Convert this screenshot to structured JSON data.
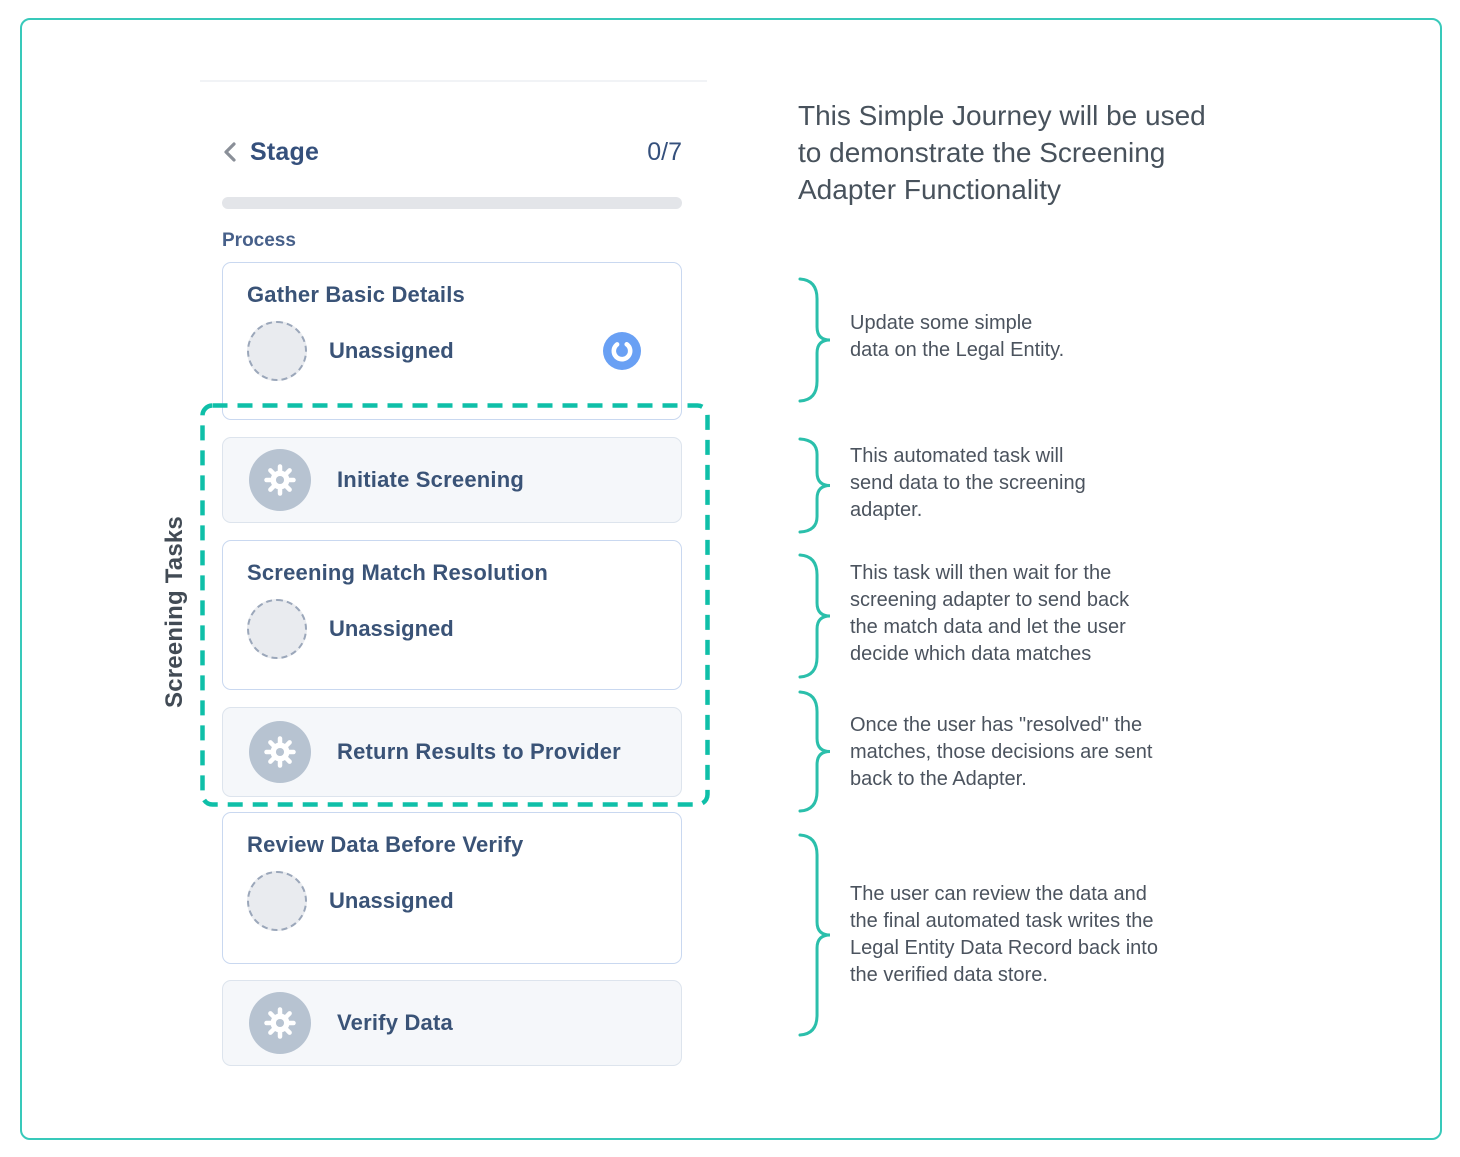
{
  "header": {
    "title": "Stage",
    "counter": "0/7",
    "progress": {
      "completed": 0,
      "total": 7
    }
  },
  "panel": {
    "section_label": "Process",
    "group_label": "Screening Tasks",
    "tasks": [
      {
        "title": "Gather Basic Details",
        "type": "user",
        "assignee": "Unassigned",
        "status_icon": "sync-icon"
      },
      {
        "title": "Initiate Screening",
        "type": "automated",
        "icon": "gear-icon"
      },
      {
        "title": "Screening Match Resolution",
        "type": "user",
        "assignee": "Unassigned"
      },
      {
        "title": "Return Results to Provider",
        "type": "automated",
        "icon": "gear-icon"
      },
      {
        "title": "Review Data Before Verify",
        "type": "user",
        "assignee": "Unassigned"
      },
      {
        "title": "Verify Data",
        "type": "automated",
        "icon": "gear-icon"
      }
    ]
  },
  "annotations": {
    "title": "This Simple Journey will be used\nto demonstrate the Screening\nAdapter Functionality",
    "notes": [
      {
        "text": "Update some simple\ndata on the Legal Entity."
      },
      {
        "text": "This automated task will\nsend data to the screening\nadapter."
      },
      {
        "text": "This task will then wait for the\nscreening adapter to send back\nthe match data and let the user\ndecide which data matches"
      },
      {
        "text": "Once the user has \"resolved\" the\nmatches, those decisions are sent\nback to the Adapter."
      },
      {
        "text": "The user can review the data and\nthe final automated task writes the\nLegal Entity Data Record back into\nthe verified data store."
      }
    ]
  },
  "colors": {
    "frame_teal": "#38c9ba",
    "dash_teal": "#0fbfa8",
    "brace_teal": "#2bbfab",
    "navy_text": "#3a5377",
    "note_text": "#4b535e",
    "automated_icon_bg": "#b7c3d1",
    "sync_blue": "#69a0f4",
    "progress_track": "#e3e5e9"
  }
}
